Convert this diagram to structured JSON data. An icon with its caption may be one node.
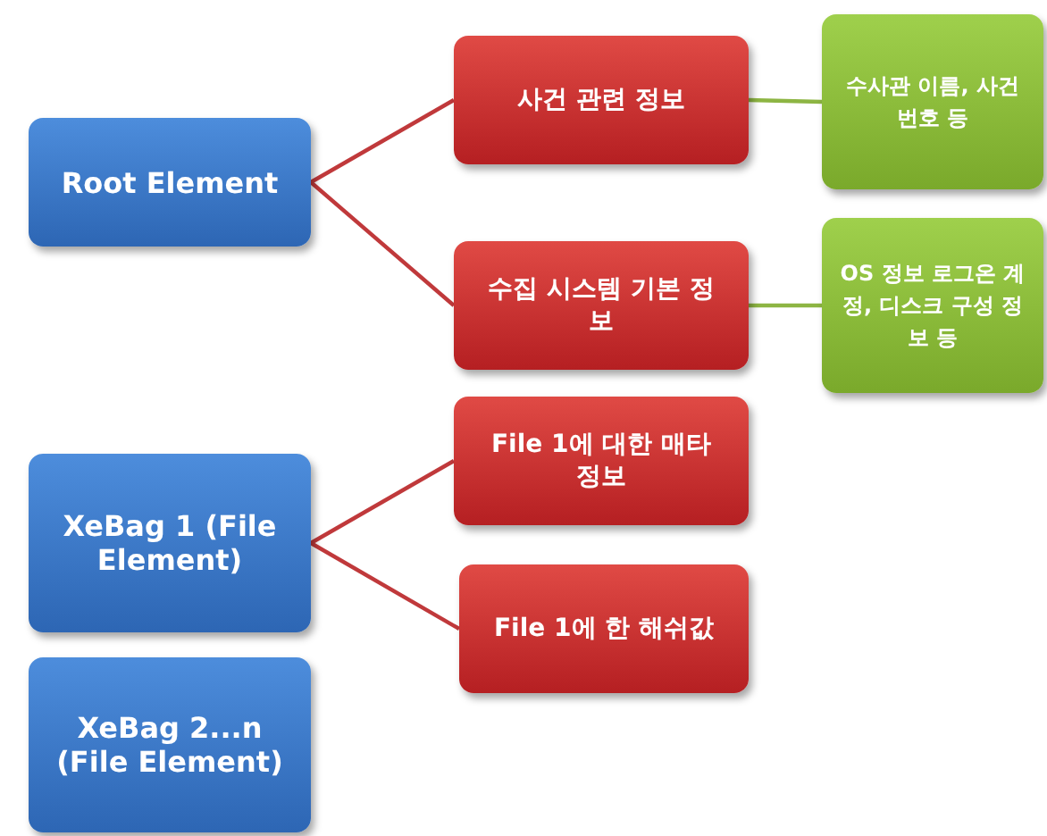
{
  "diagram": {
    "nodes": [
      {
        "text": [
          "Root Element"
        ]
      },
      {
        "text": [
          "사건 관련 정보"
        ]
      },
      {
        "text": [
          "수사관 이름, 사건 번호 등"
        ]
      },
      {
        "text": [
          "수집 시스템 기본 정보"
        ]
      },
      {
        "text": [
          "OS 정보 로그온 계정, 디스크 구성 정보 등"
        ]
      },
      {
        "text": [
          "XeBag 1 (File Element)"
        ]
      },
      {
        "text": [
          "File 1에 대한 매타 정보"
        ]
      },
      {
        "text": [
          "File 1에 한 해쉬값"
        ]
      },
      {
        "text": [
          "XeBag 2...n (File Element)"
        ]
      }
    ],
    "edges": [
      {
        "from": 0,
        "to": 1,
        "arrow": "none"
      },
      {
        "from": 0,
        "to": 3,
        "arrow": "none"
      },
      {
        "from": 1,
        "to": 2,
        "arrow": "none",
        "color": "#8db543"
      },
      {
        "from": 3,
        "to": 4,
        "arrow": "none",
        "color": "#8db543"
      },
      {
        "from": 5,
        "to": 6,
        "arrow": "none"
      },
      {
        "from": 5,
        "to": 7,
        "arrow": "none"
      }
    ]
  }
}
